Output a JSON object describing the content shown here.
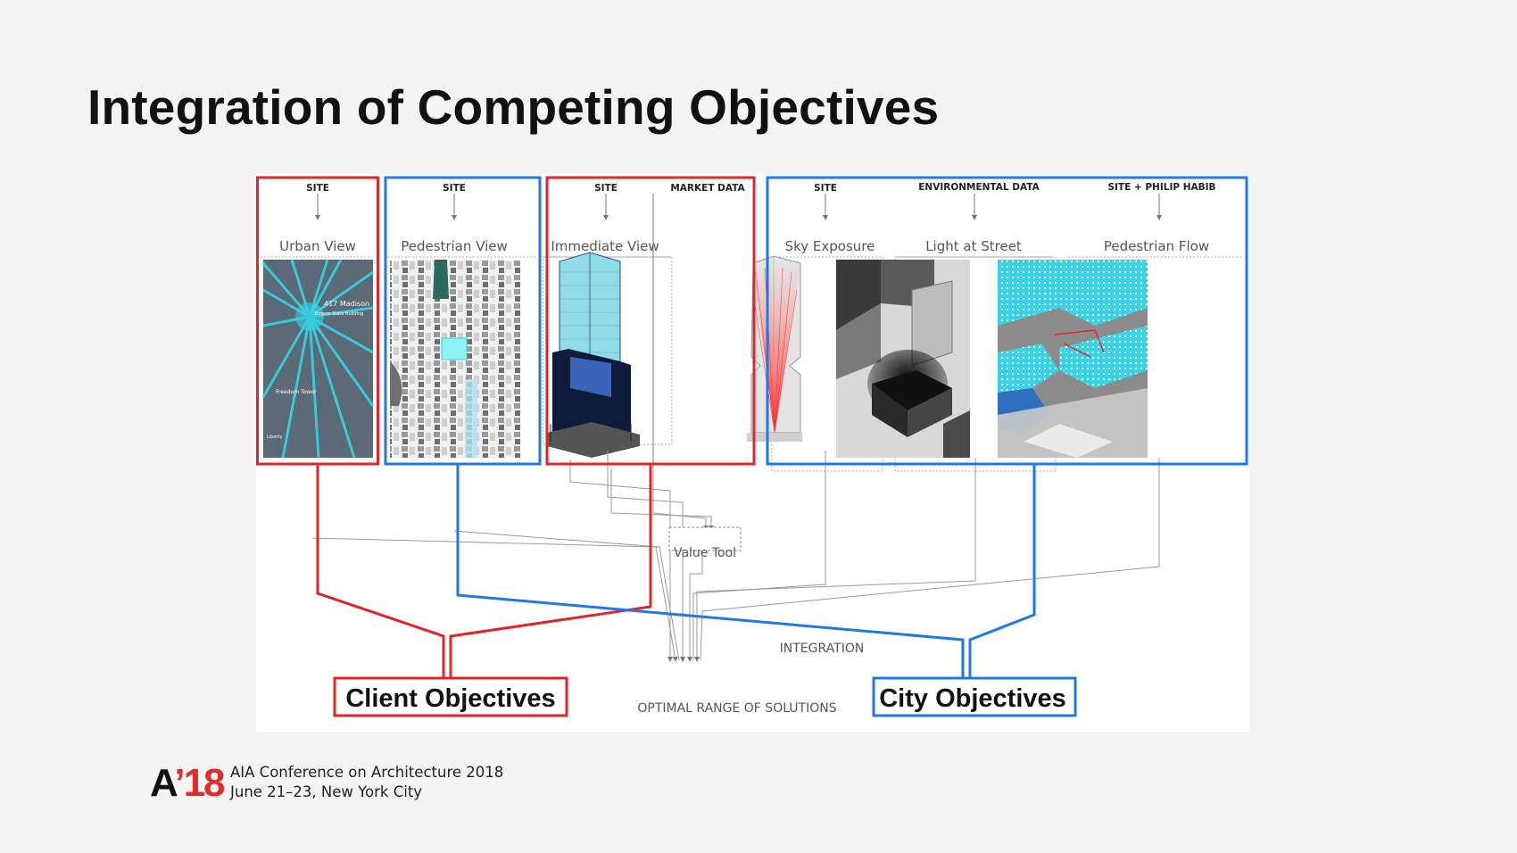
{
  "slide": {
    "title": "Integration of Competing Objectives"
  },
  "diagram": {
    "panels": [
      {
        "source": "SITE",
        "view": "Urban View",
        "group": "client"
      },
      {
        "source": "SITE",
        "view": "Pedestrian View",
        "group": "city"
      },
      {
        "source": "SITE",
        "view": "Immediate View",
        "group": "client"
      },
      {
        "source": "MARKET DATA",
        "view": "",
        "group": "client"
      },
      {
        "source": "SITE",
        "view": "Sky Exposure",
        "group": "city"
      },
      {
        "source": "ENVIRONMENTAL DATA",
        "view": "Light at Street",
        "group": "city"
      },
      {
        "source": "SITE + PHILIP HABIB",
        "view": "Pedestrian Flow",
        "group": "city"
      }
    ],
    "urban_view_labels": [
      "417 Madison",
      "Empire State Building",
      "Freedom Tower",
      "Liberty"
    ],
    "value_tool": "Value Tool",
    "integration": "INTEGRATION",
    "optimal_range": "OPTIMAL RANGE OF SOLUTIONS",
    "client_objectives": "Client Objectives",
    "city_objectives": "City Objectives",
    "colors": {
      "client": "#e0262b",
      "city": "#1f78e6",
      "cyan": "#35d4e6"
    }
  },
  "footer": {
    "logo_letter": "A",
    "logo_number": "’18",
    "conference": "AIA Conference on Architecture 2018",
    "dates": "June 21–23, New York City"
  }
}
